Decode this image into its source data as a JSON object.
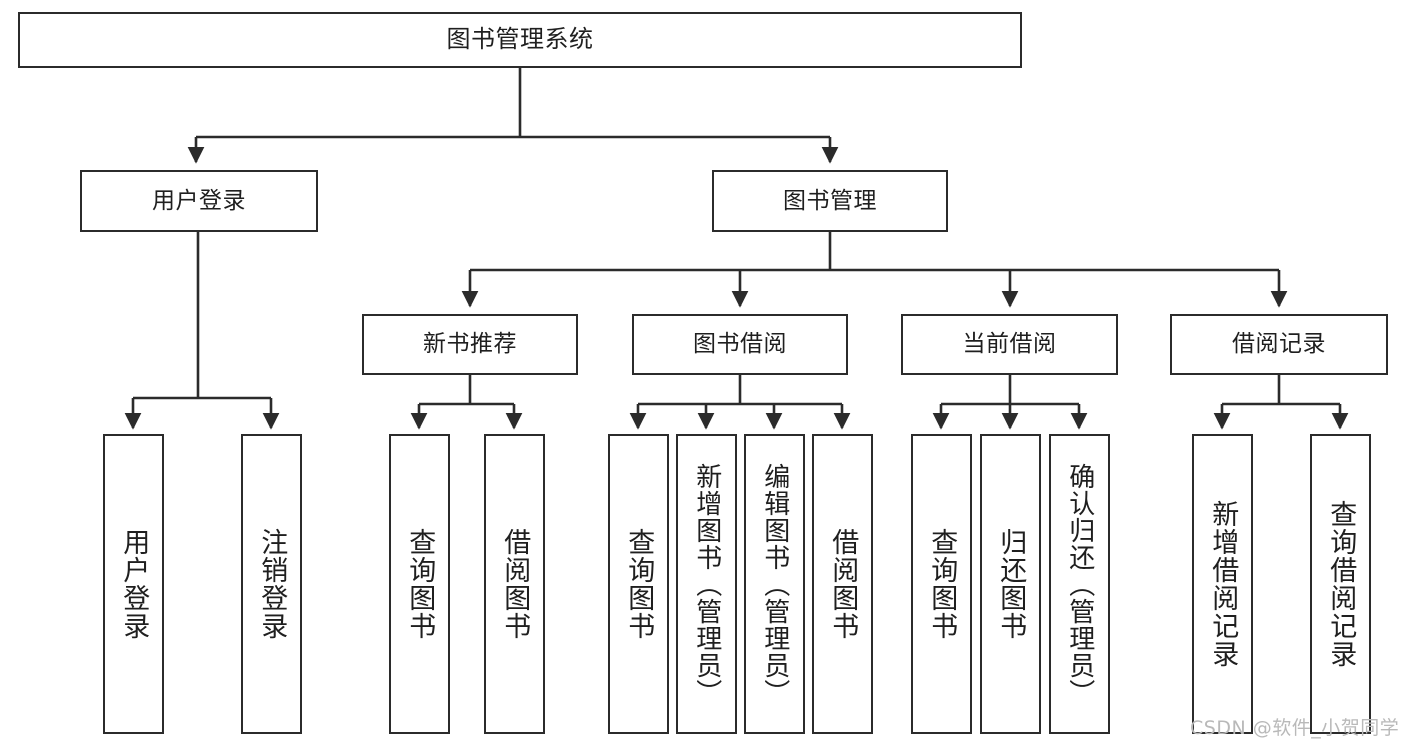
{
  "diagram": {
    "title": "图书管理系统",
    "type": "tree",
    "watermark": "CSDN @软件_小贺同学",
    "colors": {
      "stroke": "#2b2b2b",
      "fill": "#ffffff",
      "text": "#1f1f1f",
      "watermark": "#b9b9b9"
    }
  },
  "nodes": {
    "root": {
      "label": "图书管理系统"
    },
    "level2": [
      {
        "id": "user-login",
        "label": "用户登录"
      },
      {
        "id": "book-management",
        "label": "图书管理"
      }
    ],
    "level3": [
      {
        "id": "new-book-recommend",
        "label": "新书推荐"
      },
      {
        "id": "book-borrow",
        "label": "图书借阅"
      },
      {
        "id": "current-borrow",
        "label": "当前借阅"
      },
      {
        "id": "borrow-record",
        "label": "借阅记录"
      }
    ],
    "leaves": {
      "user-login": [
        {
          "id": "leaf-user-login",
          "label": "用户登录"
        },
        {
          "id": "leaf-logout-login",
          "label": "注销登录"
        }
      ],
      "new-book-recommend": [
        {
          "id": "leaf-query-book-1",
          "label": "查询图书"
        },
        {
          "id": "leaf-borrow-book-1",
          "label": "借阅图书"
        }
      ],
      "book-borrow": [
        {
          "id": "leaf-query-book-2",
          "label": "查询图书"
        },
        {
          "id": "leaf-add-book-admin",
          "label": "新增图书（管理员）"
        },
        {
          "id": "leaf-edit-book-admin",
          "label": "编辑图书（管理员）"
        },
        {
          "id": "leaf-borrow-book-2",
          "label": "借阅图书"
        }
      ],
      "current-borrow": [
        {
          "id": "leaf-query-book-3",
          "label": "查询图书"
        },
        {
          "id": "leaf-return-book",
          "label": "归还图书"
        },
        {
          "id": "leaf-confirm-return-admin",
          "label": "确认归还（管理员）"
        }
      ],
      "borrow-record": [
        {
          "id": "leaf-add-borrow-record",
          "label": "新增借阅记录"
        },
        {
          "id": "leaf-query-borrow-record",
          "label": "查询借阅记录"
        }
      ]
    }
  }
}
